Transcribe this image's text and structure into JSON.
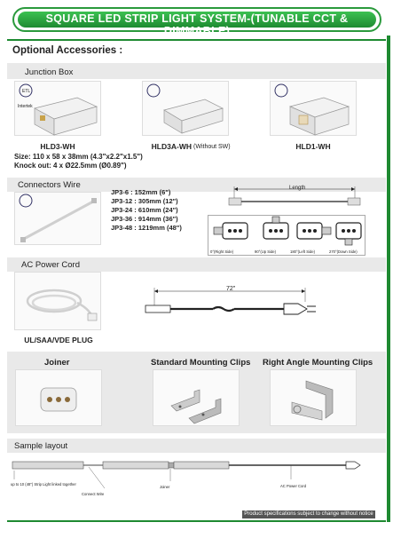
{
  "header": {
    "title": "SQUARE LED STRIP LIGHT SYSTEM-(TUNABLE CCT & DIMMABLE)"
  },
  "optional_accessories": {
    "title": "Optional Accessories :"
  },
  "junction_box": {
    "title": "Junction Box",
    "items": [
      {
        "model": "HLD3-WH",
        "note": ""
      },
      {
        "model": "HLD3A-WH",
        "note": "(Without SW)"
      },
      {
        "model": "HLD1-WH",
        "note": ""
      }
    ],
    "size_line": "Size: 110 x 58 x 38mm (4.3\"x2.2\"x1.5\")",
    "knockout_line": "Knock out: 4 x Ø22.5mm (Ø0.89\")",
    "badge_text": "Intertek"
  },
  "connectors_wire": {
    "title": "Connectors Wire",
    "lengths": [
      "JP3-6 : 152mm (6\")",
      "JP3-12 : 305mm (12\")",
      "JP3-24 : 610mm (24\")",
      "JP3-36 : 914mm (36\")",
      "JP3-48 : 1219mm (48\")"
    ],
    "length_label": "Length",
    "side_labels": [
      "0°(Right Side)",
      "90°(Up Side)",
      "180°(Left Side)",
      "270°(Down Side)"
    ]
  },
  "ac_power_cord": {
    "title": "AC Power Cord",
    "plug_label": "UL/SAA/VDE PLUG",
    "length_label": "72\""
  },
  "mounting": {
    "joiner_title": "Joiner",
    "standard_title": "Standard Mounting Clips",
    "right_angle_title": "Right Angle Mounting Clips"
  },
  "sample_layout": {
    "title": "Sample layout",
    "label_strip": "up to 10 (48\") Strip Light linked together",
    "label_connect": "Connect Wire",
    "label_joiner": "Joiner",
    "label_cord": "AC Power Cord"
  },
  "footer": {
    "note": "Product specifications subject to change without notice"
  },
  "colors": {
    "brand_green": "#1e8a31",
    "band_grey": "#e9e9e9"
  }
}
